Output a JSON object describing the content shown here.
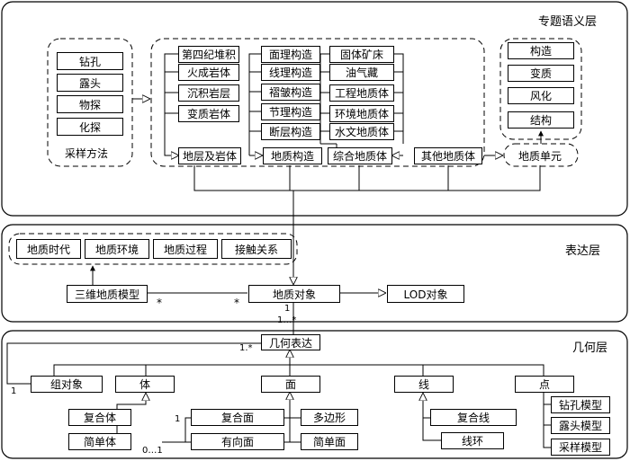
{
  "layers": {
    "semantic": "专题语义层",
    "expression": "表达层",
    "geometry": "几何层"
  },
  "sampling": {
    "items": [
      "钻孔",
      "露头",
      "物探",
      "化探"
    ],
    "title": "采样方法"
  },
  "strata": {
    "items": [
      "第四纪堆积",
      "火成岩体",
      "沉积岩层",
      "变质岩体"
    ],
    "main": "地层及岩体"
  },
  "structure": {
    "items": [
      "面理构造",
      "线理构造",
      "褶皱构造",
      "节理构造",
      "断层构造"
    ],
    "main": "地质构造"
  },
  "composite": {
    "items": [
      "固体矿床",
      "油气藏",
      "工程地质体",
      "环境地质体",
      "水文地质体"
    ],
    "main": "综合地质体"
  },
  "other_body": "其他地质体",
  "unit": {
    "items": [
      "构造",
      "变质",
      "风化",
      "结构"
    ],
    "main": "地质单元"
  },
  "expression": {
    "attributes": [
      "地质时代",
      "地质环境",
      "地质过程",
      "接触关系"
    ],
    "model3d": "三维地质模型",
    "geo_object": "地质对象",
    "lod": "LOD对象",
    "star_a": "*",
    "star_b": "*",
    "mult_1": "1",
    "mult_1n": "1…*"
  },
  "geometry": {
    "expr": "几何表达",
    "mult_top": "1.*",
    "group": "组对象",
    "group_mult": "1",
    "volume": "体",
    "surface": "面",
    "line": "线",
    "point": "点",
    "composite_volume": "复合体",
    "simple_volume": "简单体",
    "vol_mult": "0…1",
    "face_mult": "1",
    "composite_surface": "复合面",
    "oriented_surface": "有向面",
    "polygon": "多边形",
    "simple_surface": "简单面",
    "composite_line": "复合线",
    "linear_ring": "线环",
    "borehole_model": "钻孔模型",
    "outcrop_model": "露头模型",
    "sample_model": "采样模型"
  }
}
